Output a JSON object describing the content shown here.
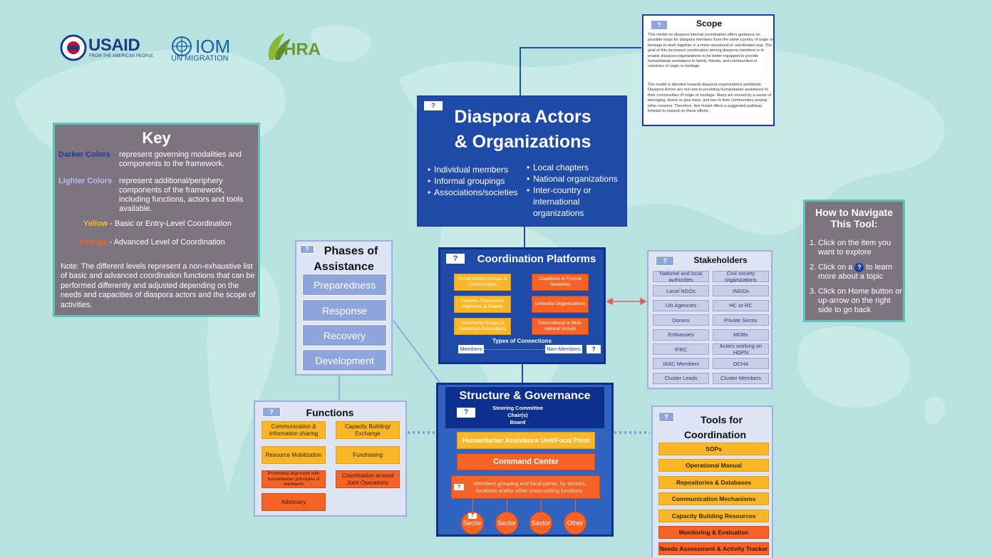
{
  "logos": {
    "usaid": "USAID",
    "usaid_sub": "FROM THE AMERICAN PEOPLE",
    "iom": "IOM",
    "iom_sub": "UN MIGRATION",
    "hra": "HRA"
  },
  "help_mark": "?",
  "scope": {
    "title": "Scope",
    "p1": "This model on diaspora internal coordination offers guidance on possible ways for diaspora members from the same country of origin or heritage to work together in a more structured or coordinated way. The goal of this increased coordination among diaspora members is to enable diaspora organizations to be better equipped to provide humanitarian assistance to family, friends, and communities in countries of origin or heritage",
    "p2": "The model is directed towards diaspora organizations worldwide. Diaspora Actors are not new to providing humanitarian assistance to their communities of origin or heritage. Many are moved by a sense of belonging, desire to give back, and ties to their communities among other reasons. Therefore, this model offers a suggested pathway forward to expand on these efforts."
  },
  "actors": {
    "title_line1": "Diaspora Actors",
    "title_line2": "& Organizations",
    "col1": [
      "Individual members",
      "Informal groupings",
      "Associations/societies"
    ],
    "col2": [
      "Local chapters",
      "National organizations",
      "Inter-country or international organizations"
    ]
  },
  "key": {
    "title": "Key",
    "darker_label": "Darker Colors",
    "darker_text": "represent governing modalities and components to the framework.",
    "lighter_label": "Lighter Colors",
    "lighter_text": "represent additional/periphery components of the framework, including functions, actors and tools available.",
    "yellow_label": "Yellow",
    "yellow_text": "- Basic or Entry-Level Coordination",
    "orange_label": "Orange",
    "orange_text": "- Advanced Level of Coordination",
    "note": "Note: The different levels represent a non-exhaustive list of basic and advanced coordination functions that can be performed differently and adjusted depending on the needs and capacities of diaspora actors and the scope of activities."
  },
  "navigate": {
    "title_line1": "How to Navigate",
    "title_line2": "This Tool:",
    "step1": "Click on the item you want to explore",
    "step2a": "Click on a",
    "step2b": "to learn more about a topic",
    "step3": "Click on Home button or up-arrow on the right side to go back"
  },
  "phases": {
    "title_line1": "Phases of",
    "title_line2": "Assistance",
    "items": [
      "Preparedness",
      "Response",
      "Recovery",
      "Development"
    ]
  },
  "platforms": {
    "title": "Coordination Platforms",
    "yellow": [
      "Social Media Groups & Communities",
      "Forums, Discussion Platforms & Events",
      "Community Groups & Hometown Associations"
    ],
    "orange": [
      "Coalitions & Formal Networks",
      "Umbrella Organizations",
      "Transnational or Multi-national Groups"
    ],
    "connections_label": "Types of Connections",
    "members": "Members",
    "non_members": "Non-Members"
  },
  "stakeholders": {
    "title": "Stakeholders",
    "items": [
      "National and local authorities",
      "Civil society organizations",
      "Local NGOs",
      "INGOs",
      "UN Agencies",
      "HC or RC",
      "Donors",
      "Private Sector",
      "Embassies",
      "MDBs",
      "IFRC",
      "Actors working on HDPN",
      "IASC Members",
      "OCHA",
      "Cluster Leads",
      "Cluster Members"
    ]
  },
  "structure": {
    "title": "Structure & Governance",
    "gov1": "Steering Committee",
    "gov2": "Chair(s)",
    "gov3": "Board",
    "unit": "Humanitarian Assistance Unit/Focal Point",
    "command": "Command Center",
    "members_text": "Members grouping and focal points, by sectors, locations and/or other cross-cutting functions.",
    "circles": [
      "Sector",
      "Sector",
      "Sector",
      "Other"
    ]
  },
  "functions": {
    "title": "Functions",
    "items": [
      {
        "label": "Communication & Information sharing",
        "level": "yellow"
      },
      {
        "label": "Capacity Building/ Exchange",
        "level": "yellow"
      },
      {
        "label": "Resource Mobilization",
        "level": "yellow"
      },
      {
        "label": "Fundraising",
        "level": "yellow"
      },
      {
        "label": "Promoting alignment with humanitarian principles & standards",
        "level": "orange"
      },
      {
        "label": "Coordination around Joint Operations",
        "level": "orange"
      },
      {
        "label": "Advocacy",
        "level": "orange"
      }
    ]
  },
  "tools": {
    "title_line1": "Tools for",
    "title_line2": "Coordination",
    "items": [
      {
        "label": "SOPs",
        "level": "yellow"
      },
      {
        "label": "Operational Manual",
        "level": "yellow"
      },
      {
        "label": "Repositories & Databases",
        "level": "yellow"
      },
      {
        "label": "Communication Mechanisms",
        "level": "yellow"
      },
      {
        "label": "Capacity Building Resources",
        "level": "yellow"
      },
      {
        "label": "Monitoring & Evaluation",
        "level": "orange"
      },
      {
        "label": "Needs Assessment & Activity Tracker",
        "level": "orange"
      }
    ]
  },
  "colors": {
    "navy": "#1f4aa8",
    "dark_blue": "#0d2f8e",
    "yellow": "#f9b728",
    "orange": "#f56426",
    "light_panel": "#dde4f3",
    "grey_panel": "#7d7480",
    "teal_border": "#5fc2b8"
  }
}
